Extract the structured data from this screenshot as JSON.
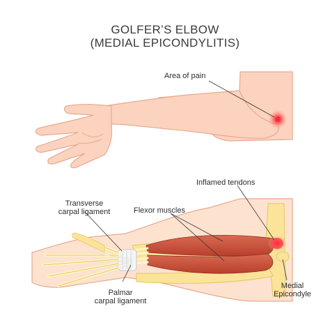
{
  "title": {
    "line1": "GOLFER’S ELBOW",
    "line2": "(MEDIAL EPICONDYLITIS)"
  },
  "labels": {
    "area_of_pain": "Area of pain",
    "inflamed_tendons": "Inflamed tendons",
    "transverse_line1": "Transverse",
    "transverse_line2": "carpal ligament",
    "flexor_muscles": "Flexor muscles",
    "palmar_line1": "Palmar",
    "palmar_line2": "carpal ligament",
    "medial_line1": "Medial",
    "medial_line2": "Epicondyle"
  },
  "colors": {
    "skin": "#fbd3bf",
    "skin_outline": "#e9a98d",
    "pain": "#ff2a3a",
    "bone": "#fbe39a",
    "tendon": "#fff6c4",
    "muscle": "#c8503a",
    "ligament": "#f4f4f4",
    "leader_line": "#333333"
  }
}
